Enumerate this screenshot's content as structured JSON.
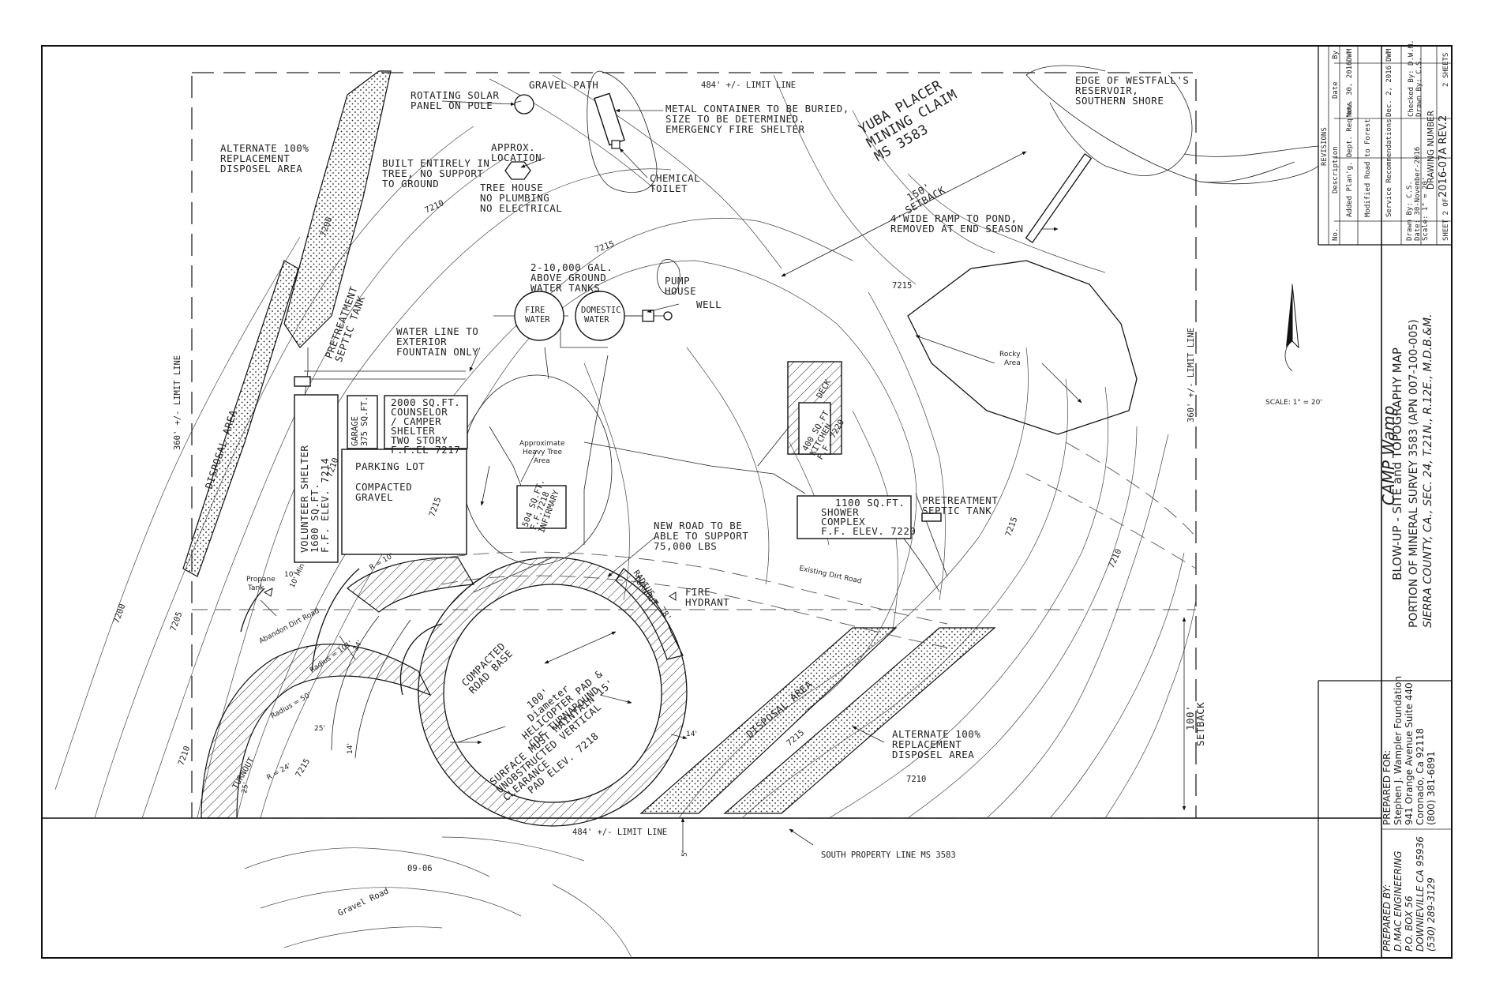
{
  "limit_lines": {
    "top": "484' +/- LIMIT LINE",
    "bottom": "484' +/- LIMIT LINE",
    "left": "360' +/- LIMIT LINE",
    "right": "360' +/- LIMIT LINE"
  },
  "labels": {
    "alt_disposal_top": [
      "ALTERNATE 100%",
      "REPLACEMENT",
      "DISPOSEL AREA"
    ],
    "solar": [
      "ROTATING SOLAR",
      "PANEL ON POLE"
    ],
    "gravel_path": "GRAVEL PATH",
    "container": [
      "METAL CONTAINER TO BE BURIED,",
      "SIZE TO BE DETERMINED.",
      "EMERGENCY FIRE SHELTER"
    ],
    "chemical_toilet": [
      "CHEMICAL",
      "TOILET"
    ],
    "approx_location": [
      "APPROX.",
      "LOCATION"
    ],
    "built_in_tree": [
      "BUILT ENTIRELY IN",
      "TREE, NO SUPPORT",
      "TO GROUND"
    ],
    "tree_house": [
      "TREE HOUSE",
      "NO PLUMBING",
      "NO ELECTRICAL"
    ],
    "yuba_claim": [
      "YUBA PLACER",
      "MINING CLAIM",
      "MS 3583"
    ],
    "setback_150": [
      "150'",
      "SETBACK"
    ],
    "reservoir": [
      "EDGE OF WESTFALL'S",
      "RESERVOIR,",
      "SOUTHERN SHORE"
    ],
    "ramp": [
      "4'WIDE RAMP TO POND,",
      "REMOVED AT END SEASON"
    ],
    "water_tanks": [
      "2-10,000 GAL.",
      "ABOVE GROUND",
      "WATER TANKS"
    ],
    "pump_house": [
      "PUMP",
      "HOUSE"
    ],
    "well": "WELL",
    "fire_water": [
      "FIRE",
      "WATER"
    ],
    "domestic_water": [
      "DOMESTIC",
      "WATER"
    ],
    "water_line": [
      "WATER LINE TO",
      "EXTERIOR",
      "FOUNTAIN ONLY"
    ],
    "pretreatment_top": [
      "PRETREATMENT",
      "SEPTIC TANK"
    ],
    "disposal_area": "DISPOSAL AREA",
    "garage": [
      "GARAGE",
      "375 SQ.FT."
    ],
    "counselor": [
      "2000 SQ.FT.",
      "COUNSELOR",
      "/ CAMPER",
      "SHELTER",
      "TWO STORY",
      "F.F.EL 7217"
    ],
    "parking": [
      "PARKING LOT",
      "COMPACTED",
      "GRAVEL"
    ],
    "volunteer": [
      "VOLUNTEER SHELTER",
      "1600 SQ.FT.",
      "F.F. ELEV. 7214"
    ],
    "heavy_tree": [
      "Approximate",
      "Heavy Tree",
      "Area"
    ],
    "infirmary": [
      "504 SQ.FT.",
      "F.F.7218",
      "INFIRMARY"
    ],
    "deck": "DECK",
    "kitchen": [
      "400 SQ.FT.",
      "KITCHEN",
      "F.F. 7220"
    ],
    "rocky": [
      "Rocky",
      "Area"
    ],
    "shower": [
      "1100 SQ.FT.",
      "SHOWER",
      "COMPLEX",
      "F.F. ELEV. 7220"
    ],
    "pretreatment_right": [
      "PRETREATMENT",
      "SEPTIC TANK"
    ],
    "new_road": [
      "NEW ROAD TO BE",
      "ABLE TO SUPPORT",
      "75,000 LBS"
    ],
    "fire_hydrant": [
      "FIRE",
      "HYDRANT"
    ],
    "existing_road": "Existing Dirt Road",
    "propane": [
      "Propane",
      "Tank"
    ],
    "abandon_road": "Abandon Dirt Road",
    "radius_101": "Radius = 101'",
    "radius_50": "Radius = 50'",
    "r_24": "R = 24'",
    "r_10": "R = 10'",
    "radius_78": "RADIUS = 78'",
    "turnout": "TURNOUT",
    "turnout2": "TURNOUT",
    "compacted_base": [
      "COMPACTED",
      "ROAD BASE"
    ],
    "helipad": [
      "100'",
      "Diameter",
      "HELICOPTER PAD &",
      "CDF TURNAROUND"
    ],
    "surface": [
      "SURFACE MUST MAINTAIN 15'",
      "UNOBSTRUCTED VERTICAL",
      "CLEARANCE",
      "PAD ELEV. 7218"
    ],
    "alt_disposal_bottom": [
      "ALTERNATE 100%",
      "REPLACEMENT",
      "DISPOSEL AREA"
    ],
    "disposal_area_bottom": "DISPOSAL AREA",
    "setback_100": [
      "100'",
      "SETBACK"
    ],
    "south_line": "SOUTH PROPERTY LINE MS 3583",
    "gravel_road": "Gravel Road",
    "road_code": "09-06",
    "dim_5": "5'",
    "dim_14a": "14'",
    "dim_14b": "14'",
    "dim_14c": "14'",
    "dim_10": "10'",
    "dim_25": "25'",
    "dim_25b": "25'",
    "min_10": "10' Min",
    "scale": "SCALE: 1\" = 20'"
  },
  "contours": {
    "c7200": "7200",
    "c7205": "7205",
    "c7206": "7206",
    "c7210a": "7210",
    "c7210b": "7210",
    "c7210c": "7210",
    "c7210d": "7210",
    "c7210e": "7210",
    "c7215a": "7215",
    "c7215b": "7215",
    "c7215c": "7215",
    "c7215d": "7215",
    "c7215e": "7215",
    "c7215f": "7215",
    "c7210f": "7210"
  },
  "title_block": {
    "revisions_title": "REVISIONS",
    "rev_headers": [
      "No.",
      "Description",
      "Date",
      "By"
    ],
    "revisions": [
      {
        "desc": "Added Plan'g. Dept. Req'mts",
        "date": "Nov. 30, 2016",
        "by": "DWM"
      },
      {
        "desc": "Modified Road to Forest",
        "date": "",
        "by": ""
      },
      {
        "desc": "Service Recommendations",
        "date": "Dec. 2, 2016",
        "by": "DWM"
      }
    ],
    "drawn_by": "Drawn By: C.S.",
    "date": "Date: 30-November-2016",
    "scale": "Scale: 1\" = 20'",
    "checked_by": "Checked By: D.W.M.",
    "drawn_by2": "Drawn By: C.S.",
    "drawing_number_label": "DRAWING NUMBER",
    "drawing_number": "2016-07A REV.2",
    "sheet": "SHEET 2 OF",
    "sheets": "2 SHEETS",
    "project": "CAMP Wamp",
    "title_main": "BLOW-UP - SITE and TOPOGRAPHY MAP",
    "title_line2": "PORTION OF MINERAL SURVEY 3583 (APN 007-100-005)",
    "title_line3": "SIERRA COUNTY, CA.,   SEC. 24, T.21N., R.12E., M.D.B.&M.",
    "prepared_for": [
      "PREPARED FOR:",
      "Stephen J. Wampler Foundation",
      "941 Orange Avenue Suite 440",
      "Coronado, Ca 92118",
      "(800) 381-6891"
    ],
    "prepared_by": [
      "PREPARED BY:",
      "D.MAC ENGINEERING",
      "P.O. BOX 56",
      "DOWNIEVILLE CA 95936",
      "(530) 289-3129"
    ]
  }
}
